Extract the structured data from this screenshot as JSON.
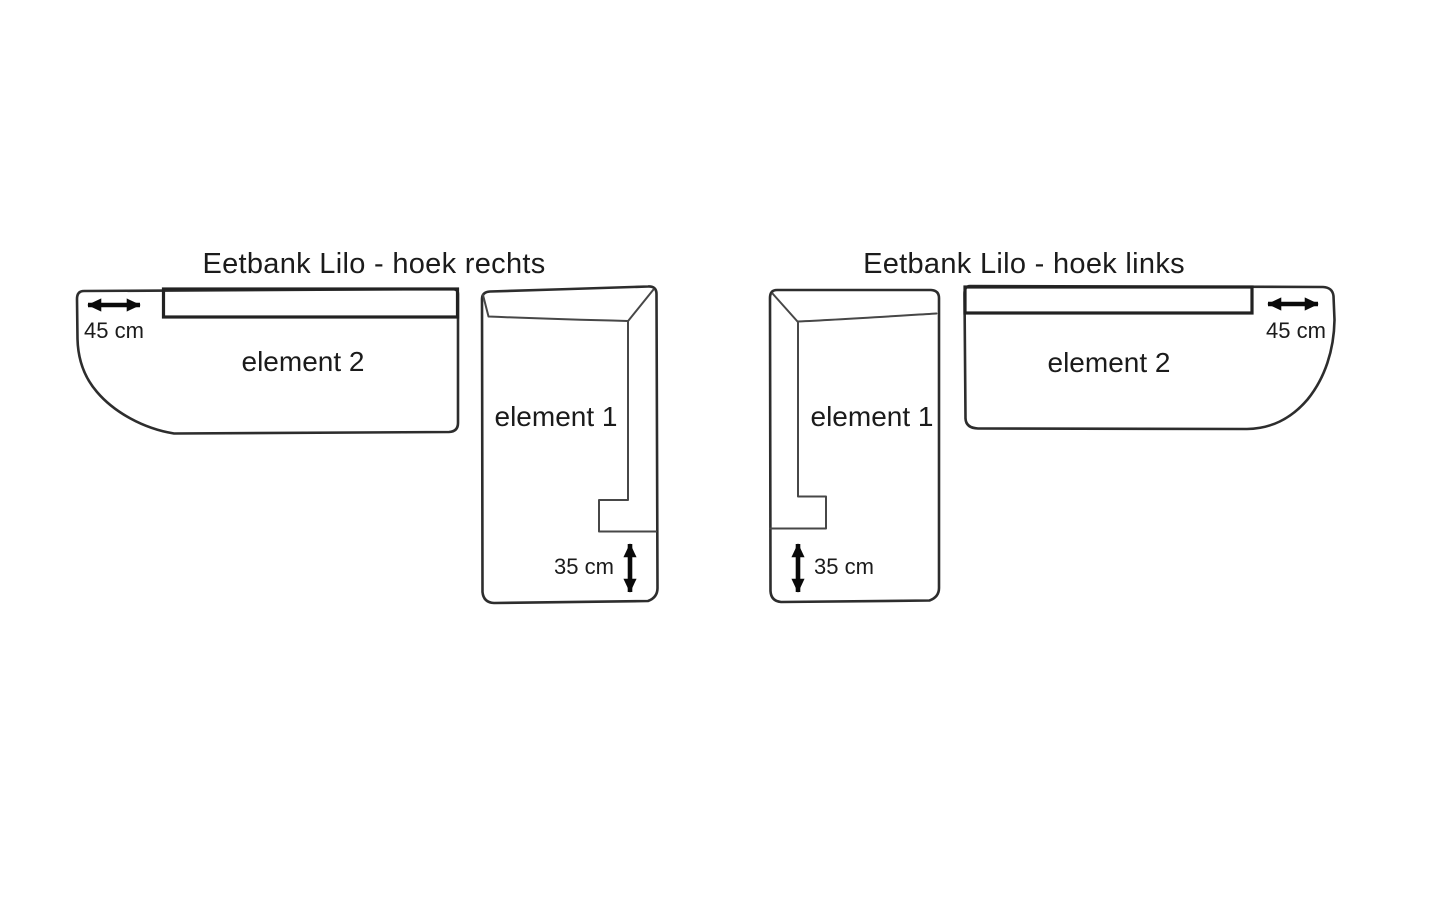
{
  "page": {
    "background": "#ffffff"
  },
  "styles": {
    "outline": "#2d2d2d",
    "seam": "#474747",
    "backrest_line": "#222222",
    "arrow": "#0a0a0a",
    "text": "#1b1b1b"
  },
  "diagrams": [
    {
      "title": "Eetbank Lilo - hoek rechts",
      "corner_side": "rechts",
      "element1_label": "element 1",
      "element2_label": "element 2",
      "width_dim_label": "45 cm",
      "depth_dim_label": "35 cm"
    },
    {
      "title": "Eetbank Lilo - hoek links",
      "corner_side": "links",
      "element1_label": "element 1",
      "element2_label": "element 2",
      "width_dim_label": "45 cm",
      "depth_dim_label": "35 cm"
    }
  ]
}
